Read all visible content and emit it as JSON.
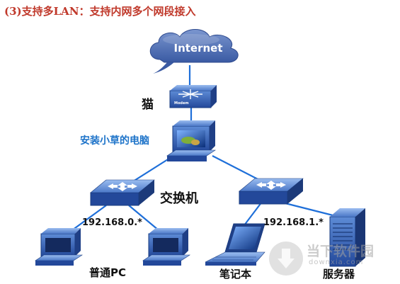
{
  "title": "(3)支持多LAN：支持内网多个网段接入",
  "colors": {
    "title": "#c0392b",
    "link": "#1e6fd9",
    "device": "#2f5fae",
    "pc_label": "#1d73c9"
  },
  "nodes": {
    "internet": {
      "label": "Internet",
      "icon": "cloud-icon"
    },
    "modem": {
      "label": "猫",
      "device_text": "Modem",
      "icon": "modem-icon"
    },
    "host_pc": {
      "label": "安装小草的电脑",
      "icon": "desktop-pc-icon"
    },
    "switch": {
      "label": "交换机",
      "icon": "switch-icon"
    },
    "lan0": {
      "subnet": "192.168.0.*"
    },
    "lan1": {
      "subnet": "192.168.1.*"
    },
    "ordinary_pc": {
      "label": "普通PC",
      "icon": "desktop-pc-icon"
    },
    "laptop": {
      "label": "笔记本",
      "icon": "laptop-icon"
    },
    "server": {
      "label": "服务器",
      "icon": "server-icon"
    }
  },
  "watermark": {
    "text": "当下软件园",
    "subtext": "downxia.com",
    "icon": "download-arrow-icon"
  }
}
